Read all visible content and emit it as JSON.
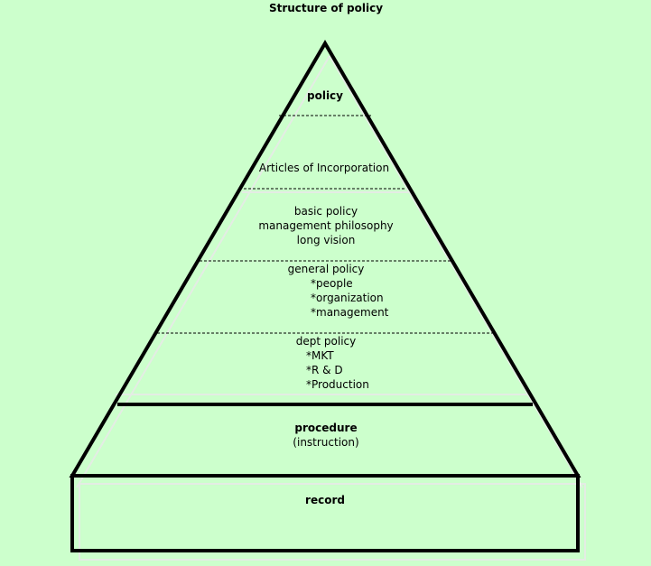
{
  "title": "Structure  of policy",
  "layers": {
    "policy": {
      "label": "policy"
    },
    "articles": {
      "label": "Articles of Incorporation"
    },
    "basic": {
      "lines": [
        "basic policy",
        "management philosophy",
        "long vision"
      ]
    },
    "general": {
      "header": "general policy",
      "items": [
        "*people",
        "*organization",
        "*management"
      ]
    },
    "dept": {
      "header": "dept policy",
      "items": [
        "*MKT",
        "*R & D",
        "*Production"
      ]
    },
    "procedure": {
      "label": "procedure",
      "sub": "(instruction)"
    },
    "record": {
      "label": "record"
    }
  },
  "colors": {
    "background": "#ccffcc",
    "line": "#000000"
  }
}
